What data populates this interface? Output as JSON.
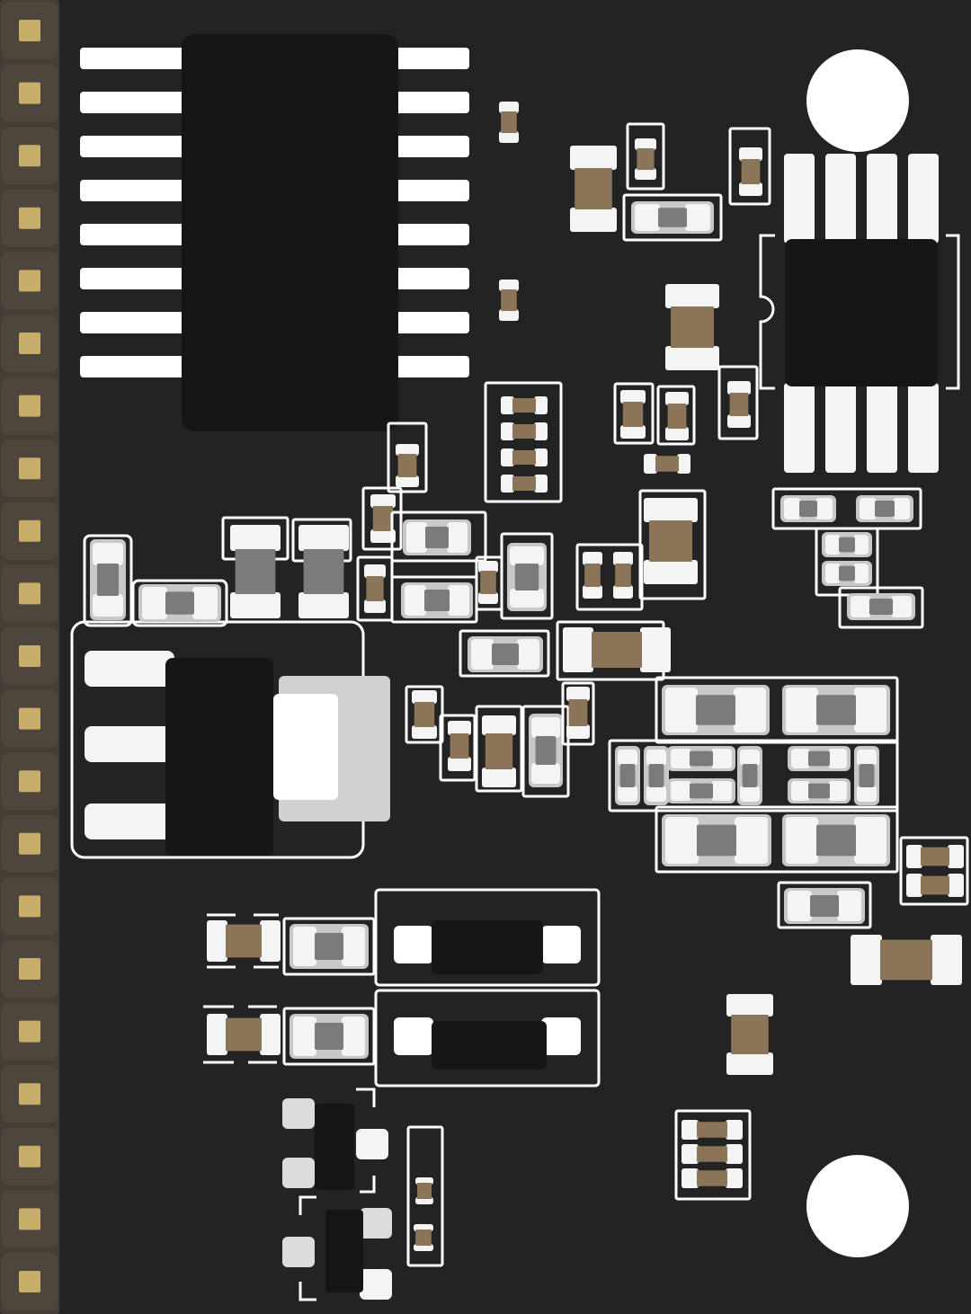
{
  "board": {
    "colors": {
      "substrate": "#232323",
      "silkscreen": "#ffffff",
      "header_strip": "#463d36",
      "header_pad": "#c6ad6a",
      "ic_body": "#161616",
      "pad": "#f4f4f4",
      "pad_shadow": "#c8c8c8",
      "resistor_body": "#8a7558",
      "capacitor_body": "#7b7b7b",
      "heatsink_tab": "#d0d0d0"
    },
    "header": {
      "pin_count": 21
    },
    "components": [
      {
        "name": "soic-16-ic",
        "type": "ic",
        "pins": 16
      },
      {
        "name": "so-8-ic",
        "type": "ic",
        "pins": 8
      },
      {
        "name": "sot-223-regulator",
        "type": "regulator",
        "pins": 4
      },
      {
        "name": "sma-diode-1",
        "type": "diode"
      },
      {
        "name": "sma-diode-2",
        "type": "diode"
      },
      {
        "name": "sot-23-transistor-1",
        "type": "transistor"
      },
      {
        "name": "sot-23-transistor-2",
        "type": "transistor"
      },
      {
        "name": "mounting-hole-top",
        "type": "mounting-hole"
      },
      {
        "name": "mounting-hole-bottom",
        "type": "mounting-hole"
      }
    ]
  }
}
